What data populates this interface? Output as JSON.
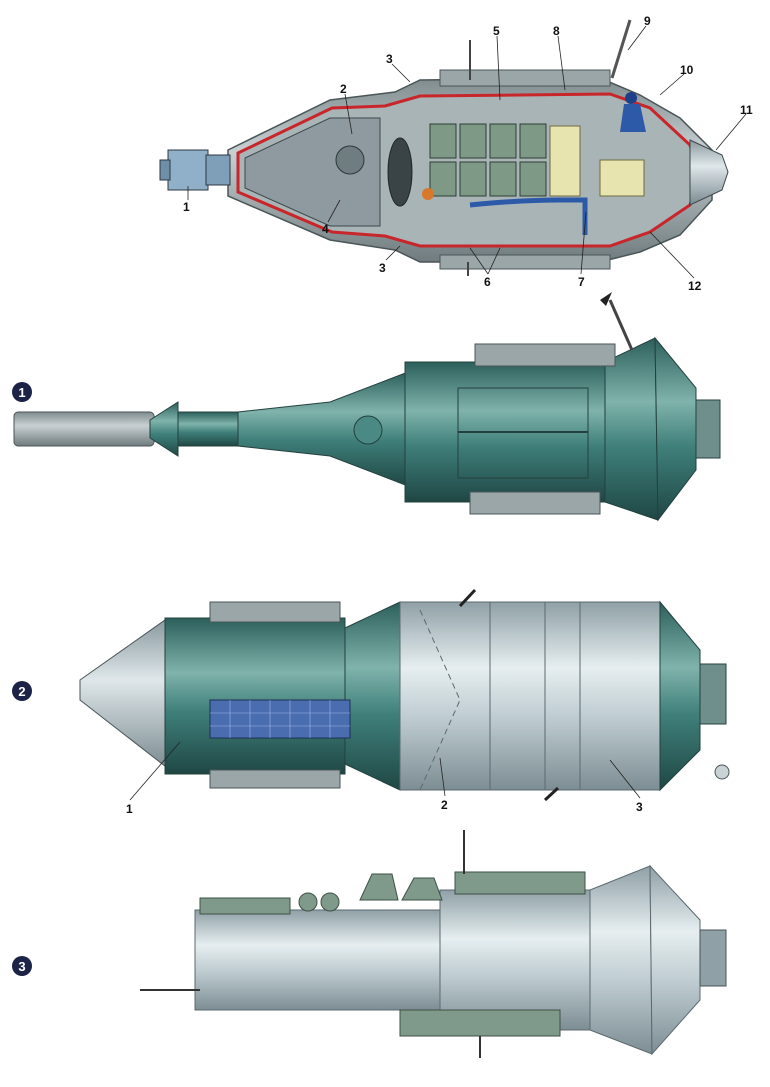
{
  "cutaway": {
    "callouts": [
      "1",
      "2",
      "3",
      "3",
      "4",
      "5",
      "6",
      "7",
      "8",
      "9",
      "10",
      "11",
      "12"
    ]
  },
  "views": [
    {
      "badge": "1"
    },
    {
      "badge": "2",
      "callouts": [
        "1",
        "2",
        "3"
      ]
    },
    {
      "badge": "3"
    }
  ],
  "colors": {
    "hull_green": "#3f7f7a",
    "hull_dark": "#2c5f5b",
    "hull_light": "#7fb3ab",
    "silver": "#b9c7cc",
    "silver_dark": "#8fa0a6",
    "panel_gray": "#9aa6a8",
    "interior_red": "#c8262b",
    "solar_blue": "#4a6db0",
    "badge_navy": "#1d2347",
    "pipe_blue": "#2d5aa8",
    "cream": "#e8e4b0"
  }
}
